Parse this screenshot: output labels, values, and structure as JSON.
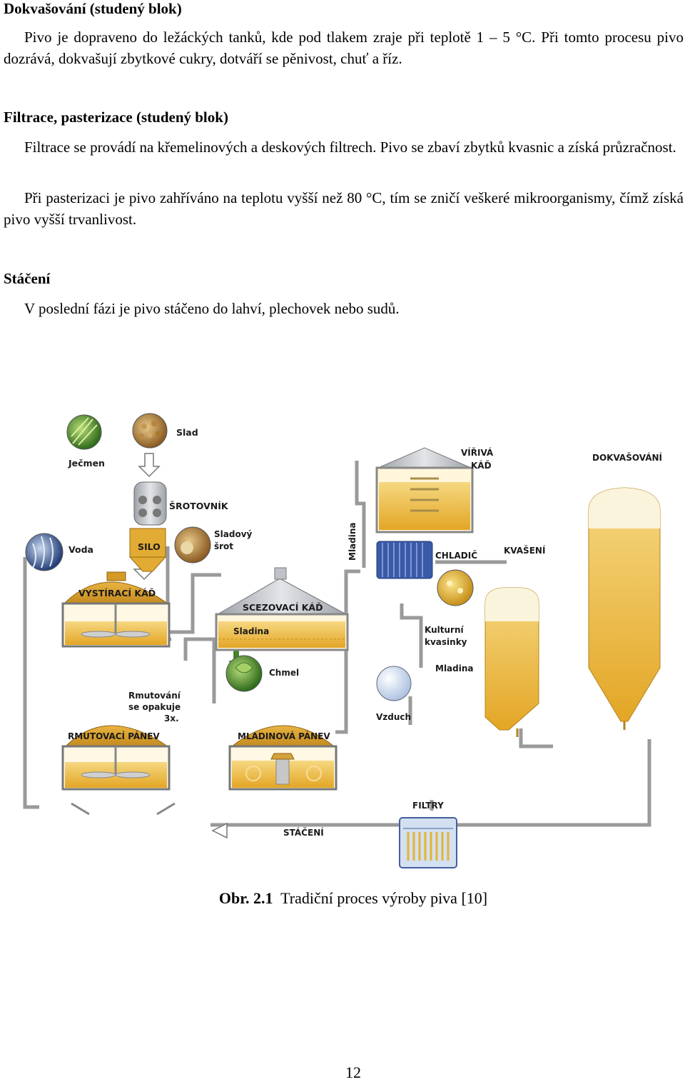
{
  "sections": [
    {
      "heading": "Dokvašování (studený blok)",
      "paragraphs": [
        "Pivo je dopraveno do ležáckých tanků, kde pod tlakem zraje při teplotě 1 – 5 °C. Při tomto procesu pivo dozrává, dokvašují zbytkové cukry, dotváří se pěnivost, chuť a říz."
      ]
    },
    {
      "heading": "Filtrace, pasterizace (studený blok)",
      "paragraphs": [
        "Filtrace se provádí na křemelinových a deskových filtrech. Pivo se zbaví zbytků kvasnic a získá průzračnost.",
        "Při pasterizaci je pivo zahříváno na teplotu vyšší než 80 °C, tím se zničí veškeré mikroorganismy, čímž získá pivo vyšší trvanlivost."
      ]
    },
    {
      "heading": "Stáčení",
      "paragraphs": [
        "V poslední fázi je pivo stáčeno do lahví, plechovek nebo sudů."
      ]
    }
  ],
  "diagram": {
    "labels": {
      "jecmen": "Ječmen",
      "slad": "Slad",
      "srotovnik": "ŠROTOVNÍK",
      "silo": "SILO",
      "sladovy_srot_1": "Sladový",
      "sladovy_srot_2": "šrot",
      "voda": "Voda",
      "vystiraci_kad": "VYSTÍRACÍ KÁĎ",
      "scezovaci_kad": "SCEZOVACÍ KÁĎ",
      "sladina": "Sladina",
      "chmel": "Chmel",
      "rmutovani_1": "Rmutování",
      "rmutovani_2": "se opakuje",
      "rmutovani_3": "3x.",
      "rmutovaci_panev": "RMUTOVACÍ PÁNEV",
      "mladinova_panev": "MLADINOVÁ PÁNEV",
      "mladina_vertical": "Mladina",
      "viriva_kad_1": "VÍŘIVÁ",
      "viriva_kad_2": "KÁĎ",
      "chladic": "CHLADIČ",
      "kulturni_1": "Kulturní",
      "kulturni_2": "kvasinky",
      "mladina": "Mladina",
      "vzduch": "Vzduch",
      "kvaseni": "KVAŠENÍ",
      "dokvasovani": "DOKVAŠOVÁNÍ",
      "filtry": "FILTRY",
      "staceni": "STÁČENÍ"
    },
    "colors": {
      "beer": "#e9b52e",
      "beer_light": "#f3cf6a",
      "foam": "#fbf4dc",
      "vessel": "#d9a12f",
      "steel": "#bfc3c8",
      "pipe": "#8c8c8c",
      "cooler": "#3a5aa8"
    }
  },
  "caption": {
    "number": "Obr. 2.1",
    "text": "Tradiční proces výroby piva [10]"
  },
  "page_number": "12"
}
